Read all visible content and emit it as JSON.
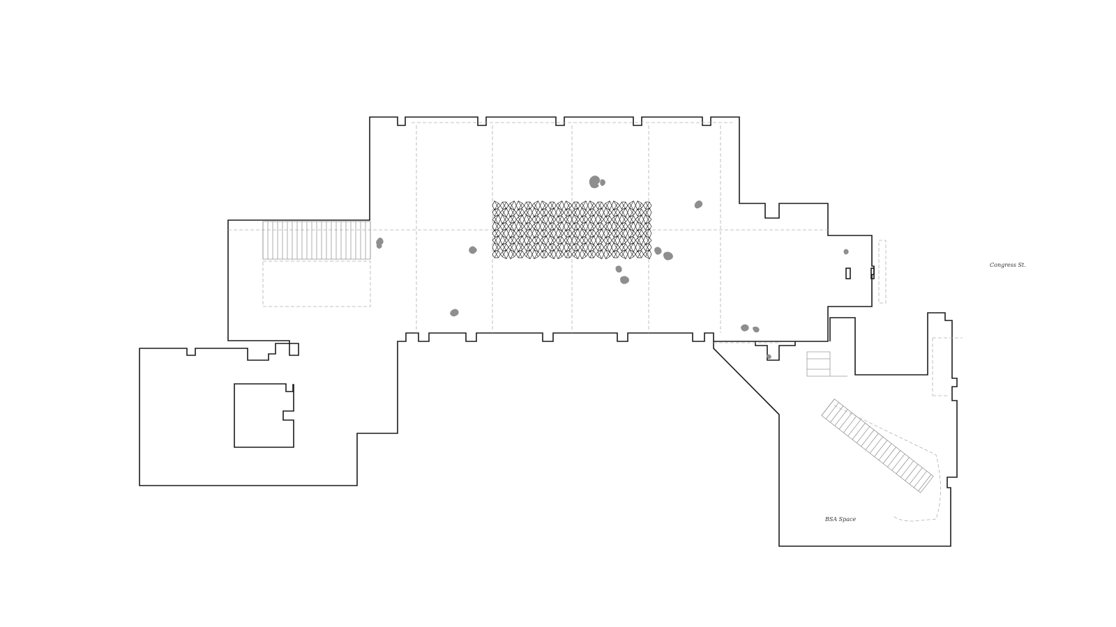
{
  "drawing": {
    "type": "architectural floor plan",
    "labels": {
      "street": "Congress St.",
      "space": "BSA Space"
    }
  },
  "colors": {
    "background": "#ffffff",
    "wall": "#1a1a1a",
    "dashed_lines": "#b0b0b0",
    "figures": "#8e8e8e",
    "installation": "#222222"
  }
}
